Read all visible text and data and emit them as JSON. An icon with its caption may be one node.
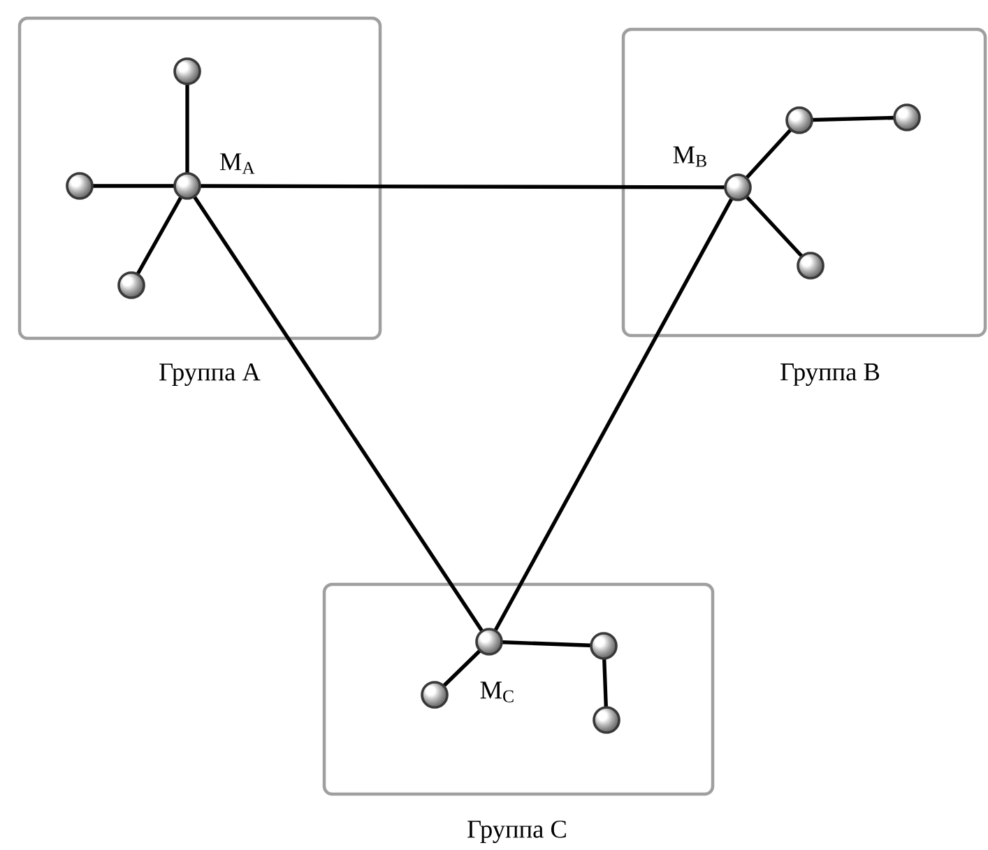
{
  "diagram": {
    "nodes": [
      {
        "text": [
          "Группа A"
        ]
      },
      {
        "text": [],
        "shape": "circle",
        "in": 0
      },
      {
        "text": [],
        "shape": "circle",
        "in": 0
      },
      {
        "text": [],
        "shape": "circle",
        "in": 0,
        "beside": [
          "M$_{A}$"
        ]
      },
      {
        "text": [],
        "shape": "circle",
        "in": 0
      },
      {
        "text": [
          "Группа B"
        ]
      },
      {
        "text": [],
        "shape": "circle",
        "in": 5
      },
      {
        "text": [],
        "shape": "circle",
        "in": 5
      },
      {
        "text": [],
        "shape": "circle",
        "in": 5,
        "beside": [
          "M$_{B}$"
        ]
      },
      {
        "text": [],
        "shape": "circle",
        "in": 5
      },
      {
        "text": [
          "Группа C"
        ]
      },
      {
        "text": [],
        "shape": "circle",
        "in": 10,
        "beside": [
          "M$_{C}$"
        ]
      },
      {
        "text": [],
        "shape": "circle",
        "in": 10
      },
      {
        "text": [],
        "shape": "circle",
        "in": 10
      },
      {
        "text": [],
        "shape": "circle",
        "in": 10
      }
    ],
    "edges": [
      {
        "from": 1,
        "to": 3,
        "arrow": "none"
      },
      {
        "from": 2,
        "to": 3,
        "arrow": "none"
      },
      {
        "from": 4,
        "to": 3,
        "arrow": "none"
      },
      {
        "from": 3,
        "to": 8,
        "arrow": "none"
      },
      {
        "from": 3,
        "to": 11,
        "arrow": "none"
      },
      {
        "from": 8,
        "to": 6,
        "arrow": "none"
      },
      {
        "from": 6,
        "to": 7,
        "arrow": "none"
      },
      {
        "from": 8,
        "to": 9,
        "arrow": "none"
      },
      {
        "from": 8,
        "to": 11,
        "arrow": "none"
      },
      {
        "from": 11,
        "to": 12,
        "arrow": "none"
      },
      {
        "from": 12,
        "to": 14,
        "arrow": "none"
      },
      {
        "from": 11,
        "to": 13,
        "arrow": "none"
      }
    ]
  }
}
